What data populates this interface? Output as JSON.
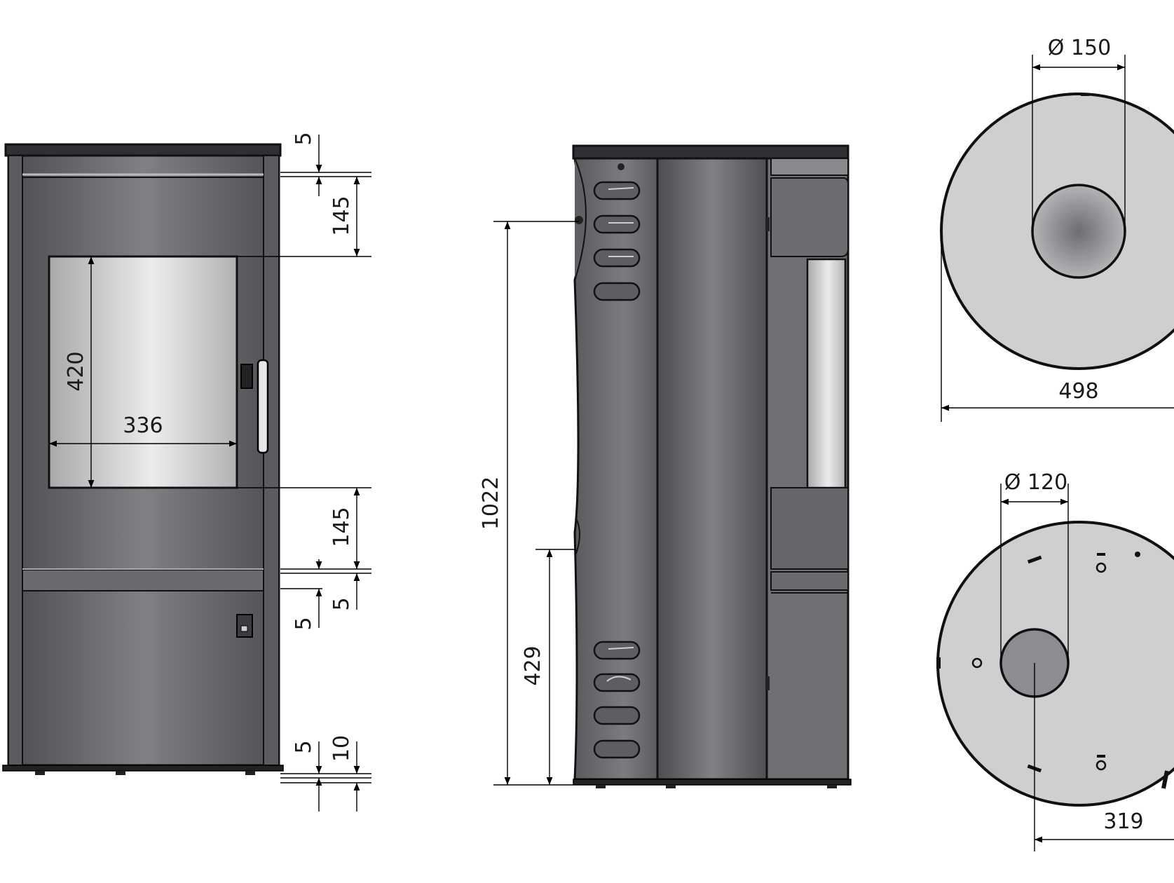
{
  "dimensions": {
    "front": {
      "top_gap": "5",
      "upper_panel": "145",
      "glass_height": "420",
      "glass_width": "336",
      "lower_panel": "145",
      "mid_gap_left": "5",
      "mid_gap_right": "5",
      "bottom_gap": "5",
      "foot_height": "10"
    },
    "side": {
      "total_height": "1022",
      "air_inlet_height": "429"
    },
    "top_view": {
      "flue_diameter": "Ø 150",
      "body_diameter": "498"
    },
    "bottom_view": {
      "air_diameter": "Ø 120",
      "air_offset": "319"
    }
  },
  "colors": {
    "body": "#6f6f74",
    "body_dark": "#55565a",
    "glass": "#d9d9da",
    "circle_fill": "#cfcfd1",
    "flue": "#8d8d91"
  }
}
